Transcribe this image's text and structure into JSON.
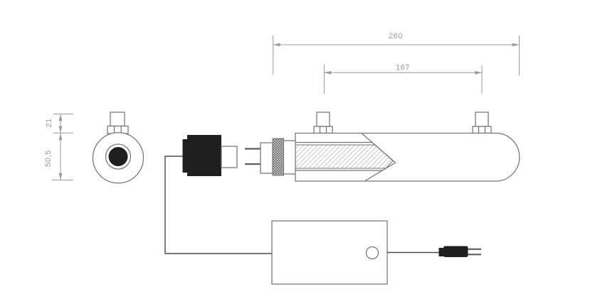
{
  "drawing": {
    "dimensions": {
      "overall_length": "260",
      "inner_length": "167",
      "port_height": "21",
      "body_diameter": "50,5"
    },
    "colors": {
      "background": "#ffffff",
      "outline": "#757575",
      "solid_fill": "#1f1f1f",
      "cable": "#4a4a4a",
      "pin": "#5d5d5d",
      "dim_line": "#9a9a9a",
      "dim_text": "#9a9a9a"
    }
  }
}
